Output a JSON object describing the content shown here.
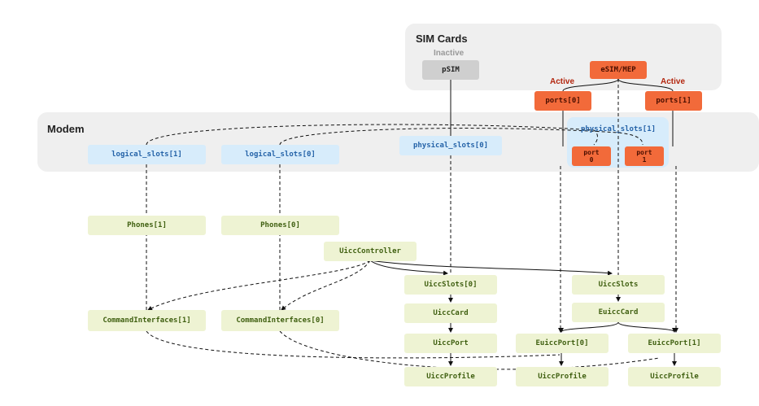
{
  "sim_cards": {
    "title": "SIM Cards",
    "inactive_label": "Inactive",
    "psim": "pSIM",
    "esim": "eSIM/MEP",
    "active_left": "Active",
    "active_right": "Active",
    "ports_0": "ports[0]",
    "ports_1": "ports[1]"
  },
  "modem": {
    "title": "Modem",
    "logical_slots_1": "logical_slots[1]",
    "logical_slots_0": "logical_slots[0]",
    "physical_slots_0": "physical_slots[0]",
    "physical_slots_1": "physical_slots[1]",
    "port_0": "port\n0",
    "port_1": "port\n1"
  },
  "framework": {
    "phones_1": "Phones[1]",
    "phones_0": "Phones[0]",
    "uicc_controller": "UiccController",
    "command_interfaces_1": "CommandInterfaces[1]",
    "command_interfaces_0": "CommandInterfaces[0]",
    "uicc_slots_0": "UiccSlots[0]",
    "uicc_card": "UiccCard",
    "uicc_port": "UiccPort",
    "uicc_profile_psim": "UiccProfile",
    "uicc_slots": "UiccSlots",
    "euicc_card": "EuiccCard",
    "euicc_port_0": "EuiccPort[0]",
    "euicc_port_1": "EuiccPort[1]",
    "uicc_profile_0": "UiccProfile",
    "uicc_profile_1": "UiccProfile"
  },
  "colors": {
    "modem_blue": "#d7ecfb",
    "framework_green": "#eef3d3",
    "sim_orange": "#f26a3a",
    "region_gray": "#efefef"
  }
}
